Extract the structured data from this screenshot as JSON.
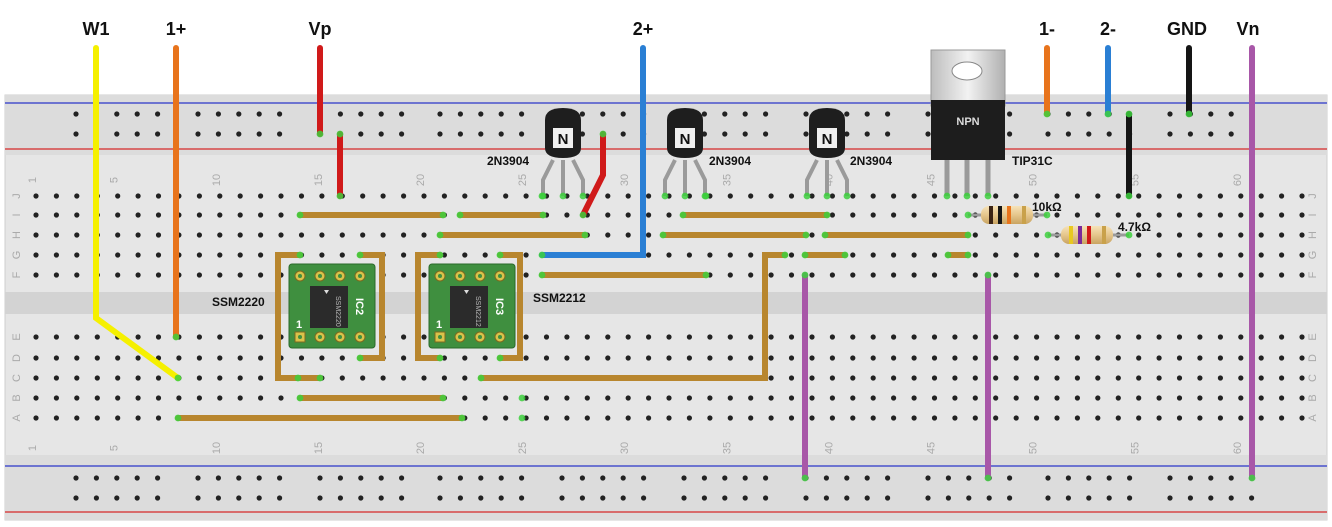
{
  "wire_labels": [
    "W1",
    "1+",
    "Vp",
    "2+",
    "1-",
    "2-",
    "GND",
    "Vn"
  ],
  "component_labels": {
    "q1": "2N3904",
    "q2": "2N3904",
    "q3": "2N3904",
    "power": "TIP31C",
    "power_marking": "NPN",
    "ic2_name": "SSM2220",
    "ic3_name": "SSM2212",
    "ic2_ref": "IC2",
    "ic3_ref": "IC3",
    "ic2_body": "SSM2220",
    "ic3_body": "SSM2212",
    "pin1": "1",
    "transistor_mark": "N",
    "r1": "10kΩ",
    "r2": "4.7kΩ"
  },
  "column_numbers": [
    "1",
    "5",
    "10",
    "15",
    "20",
    "25",
    "30",
    "35",
    "40",
    "45",
    "50",
    "55",
    "60"
  ],
  "row_letters": [
    "J",
    "I",
    "H",
    "G",
    "F",
    "E",
    "D",
    "C",
    "B",
    "A"
  ],
  "colors": {
    "yellow": "#f5f000",
    "orange": "#e8741c",
    "red": "#d01a1a",
    "blue": "#2a7fd4",
    "black": "#151515",
    "purple": "#a857a8",
    "brown": "#b8862e",
    "board": "#e4e4e4",
    "pcb": "#3f8f3f"
  }
}
